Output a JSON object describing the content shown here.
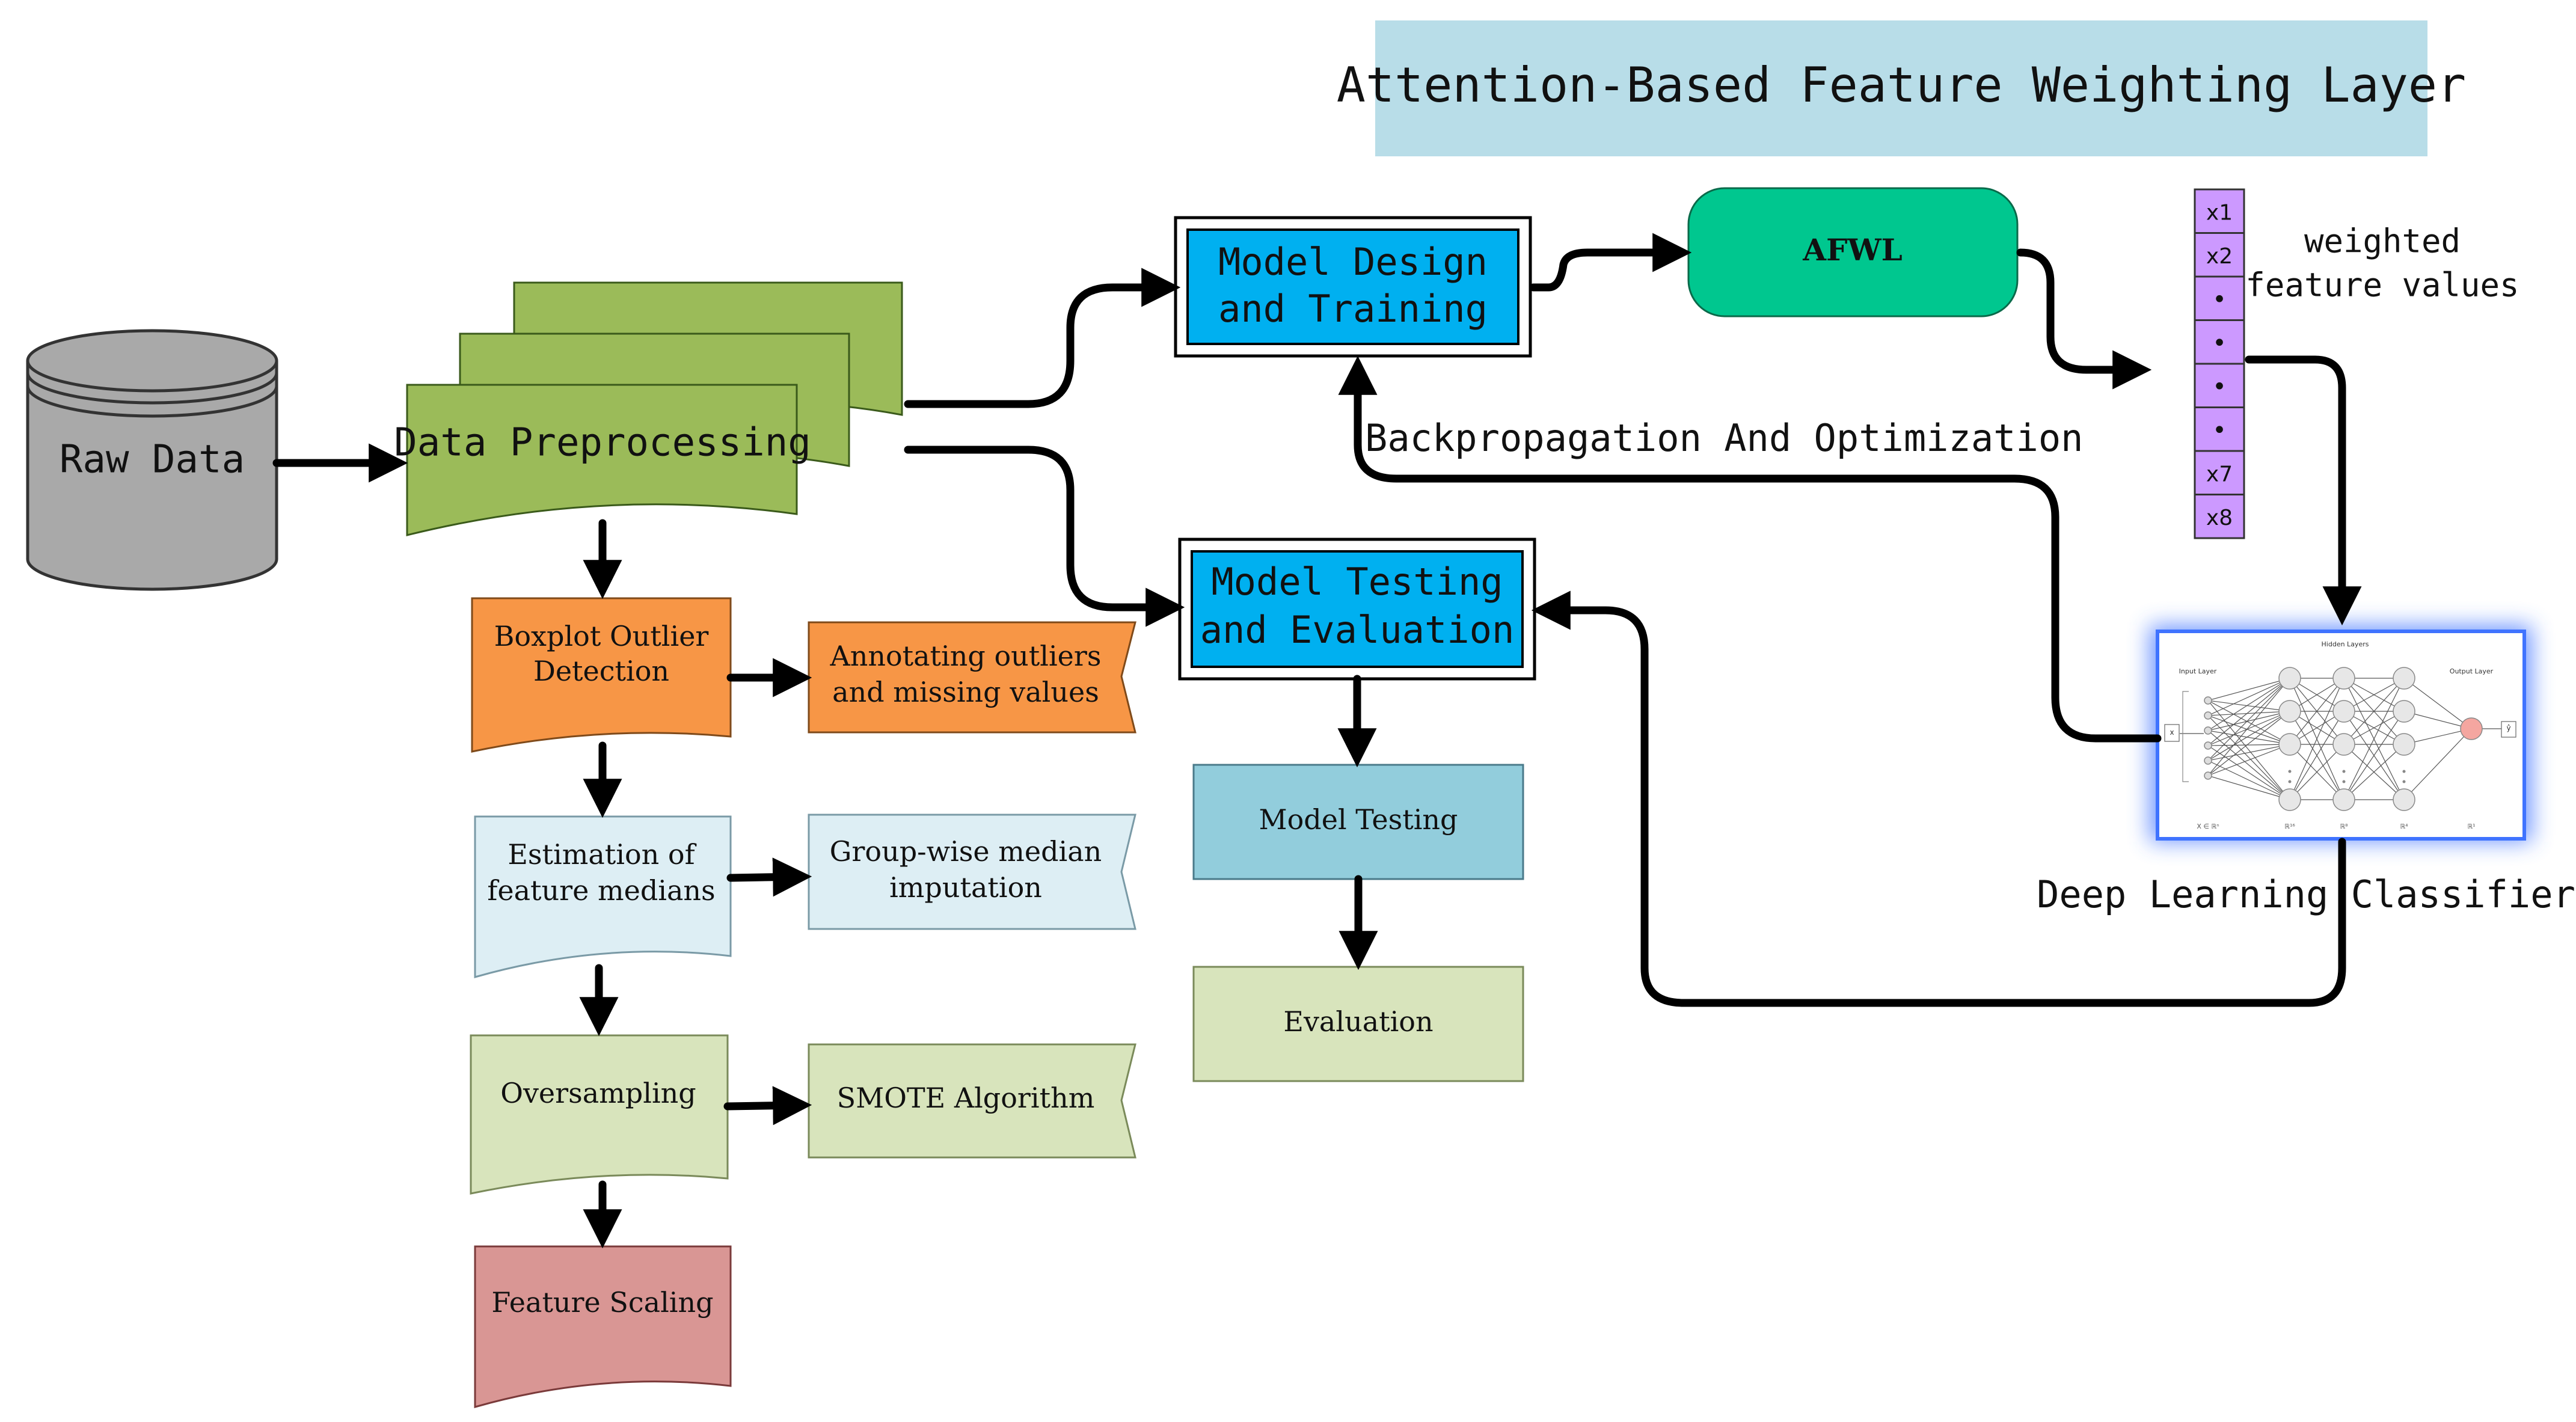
{
  "title": "Attention-Based Feature Weighting Layer",
  "nodes": {
    "raw_data": "Raw Data",
    "data_preprocessing": "Data Preprocessing",
    "boxplot": [
      "Boxplot Outlier",
      "Detection"
    ],
    "annotating": [
      "Annotating outliers",
      "and missing values"
    ],
    "estimation": [
      "Estimation of",
      "feature medians"
    ],
    "groupwise": [
      "Group-wise median",
      "imputation"
    ],
    "oversampling": "Oversampling",
    "smote": "SMOTE Algorithm",
    "feature_scaling": "Feature Scaling",
    "model_design": [
      "Model Design",
      "and Training"
    ],
    "model_testing_eval": [
      "Model Testing",
      "and Evaluation"
    ],
    "model_testing": "Model Testing",
    "evaluation": "Evaluation",
    "afwl": "AFWL",
    "backprop": "Backpropagation And Optimization",
    "weighted_values": [
      "weighted",
      "feature values"
    ],
    "classifier": "Deep Learning Classifier"
  },
  "feature_vector": [
    "x1",
    "x2",
    "•",
    "•",
    "•",
    "•",
    "x7",
    "x8"
  ],
  "nn_thumbnail": {
    "input_layer": "Input Layer",
    "hidden_layers": "Hidden Layers",
    "output_layer": "Output Layer",
    "input_symbol": "x",
    "output_symbol": "ŷ",
    "bottom_labels": [
      "X ∈ ℝⁿ",
      "ℝ¹⁶",
      "ℝ⁸",
      "ℝ⁴",
      "ℝ¹"
    ]
  },
  "colors": {
    "title_bg": "#b8dde8",
    "raw_data": "#a9a9a9",
    "preprocessing": "#9bbb59",
    "boxplot": "#f79646",
    "light_blue": "#ddeef4",
    "light_green": "#d8e4bc",
    "feature_scaling": "#d99694",
    "model_box": "#00b0f0",
    "afwl": "#00c78f",
    "model_testing": "#92cddc",
    "vector": "#cc99ff",
    "glow": "#3f73ff"
  }
}
